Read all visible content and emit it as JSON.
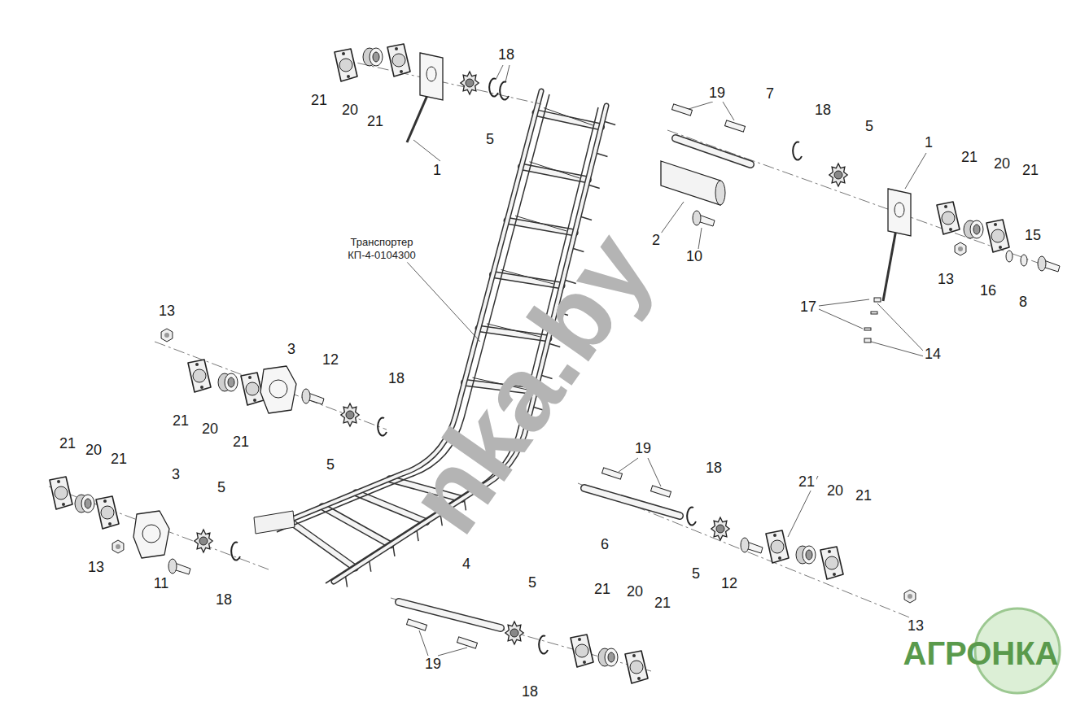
{
  "diagram": {
    "labels": [
      "18",
      "21",
      "20",
      "21",
      "5",
      "1",
      "19",
      "7",
      "18",
      "5",
      "1",
      "21",
      "20",
      "21",
      "15",
      "2",
      "10",
      "13",
      "16",
      "8",
      "17",
      "14",
      "Транспортер КП-4-0104300",
      "13",
      "3",
      "12",
      "18",
      "21",
      "20",
      "21",
      "5",
      "21",
      "20",
      "21",
      "3",
      "5",
      "13",
      "11",
      "18",
      "19",
      "18",
      "21",
      "20",
      "21",
      "6",
      "5",
      "12",
      "4",
      "5",
      "21",
      "20",
      "21",
      "19",
      "18",
      "13",
      "nka.by",
      "АГРОНКА"
    ]
  }
}
